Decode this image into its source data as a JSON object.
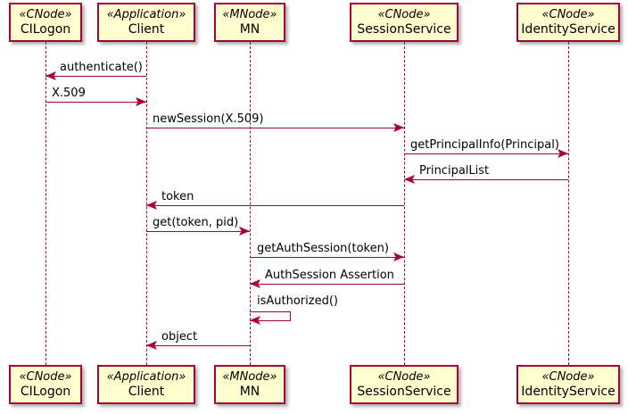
{
  "diagram": {
    "type": "uml-sequence",
    "background_color": "#FFFFFF",
    "colors": {
      "participant_fill": "#FEFECE",
      "participant_border": "#A80036",
      "message_line": "#A80036",
      "text": "#000000"
    },
    "participants": [
      {
        "stereotype": "«CNode»",
        "name": "CILogon"
      },
      {
        "stereotype": "«Application»",
        "name": "Client"
      },
      {
        "stereotype": "«MNode»",
        "name": "MN"
      },
      {
        "stereotype": "«CNode»",
        "name": "SessionService"
      },
      {
        "stereotype": "«CNode»",
        "name": "IdentityService"
      }
    ],
    "messages": [
      {
        "label": "authenticate()",
        "from": "Client",
        "to": "CILogon",
        "direction": "left"
      },
      {
        "label": "X.509",
        "from": "CILogon",
        "to": "Client",
        "direction": "right"
      },
      {
        "label": "newSession(X.509)",
        "from": "Client",
        "to": "SessionService",
        "direction": "right"
      },
      {
        "label": "getPrincipalInfo(Principal)",
        "from": "SessionService",
        "to": "IdentityService",
        "direction": "right"
      },
      {
        "label": "PrincipalList",
        "from": "IdentityService",
        "to": "SessionService",
        "direction": "left"
      },
      {
        "label": "token",
        "from": "SessionService",
        "to": "Client",
        "direction": "left"
      },
      {
        "label": "get(token, pid)",
        "from": "Client",
        "to": "MN",
        "direction": "right"
      },
      {
        "label": "getAuthSession(token)",
        "from": "MN",
        "to": "SessionService",
        "direction": "right"
      },
      {
        "label": "AuthSession Assertion",
        "from": "SessionService",
        "to": "MN",
        "direction": "left"
      },
      {
        "label": "isAuthorized()",
        "from": "MN",
        "to": "MN",
        "direction": "self"
      },
      {
        "label": "object",
        "from": "MN",
        "to": "Client",
        "direction": "left"
      }
    ]
  }
}
